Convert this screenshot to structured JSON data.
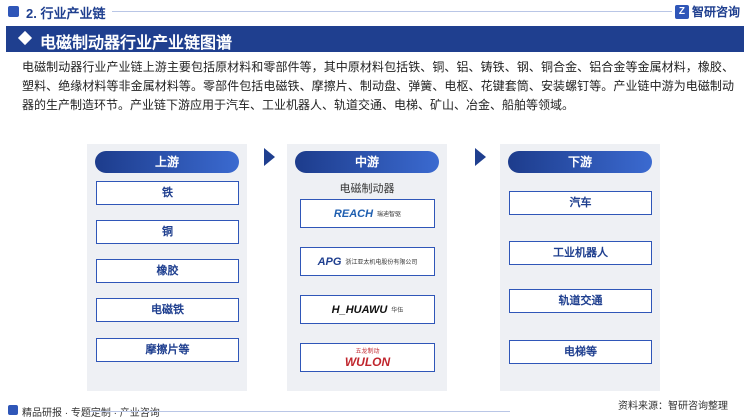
{
  "header": {
    "section_title": "2. 行业产业链",
    "brand_name": "智研咨询",
    "brand_icon": "zhiyan-logo-icon"
  },
  "title": "电磁制动器行业产业链图谱",
  "intro": "电磁制动器行业产业链上游主要包括原材料和零部件等，其中原材料包括铁、铜、铝、铸铁、钢、铜合金、铝合金等金属材料，橡胶、塑料、绝缘材料等非金属材料等。零部件包括电磁铁、摩擦片、制动盘、弹簧、电枢、花键套筒、安装螺钉等。产业链中游为电磁制动器的生产制造环节。产业链下游应用于汽车、工业机器人、轨道交通、电梯、矿山、冶金、船舶等领域。",
  "upstream": {
    "label": "上游",
    "items": [
      "铁",
      "铜",
      "橡胶",
      "电磁铁",
      "摩擦片等"
    ]
  },
  "midstream": {
    "label": "中游",
    "sub_label": "电磁制动器",
    "logos": [
      {
        "mark": "REACH",
        "text": "瑞迪智驱",
        "color": "#1f5fb0"
      },
      {
        "mark": "APG",
        "text": "浙江亚太机电股份有限公司",
        "color": "#1f3f8f"
      },
      {
        "mark": "H_HUAWU",
        "text": "华伍",
        "color": "#111111"
      },
      {
        "mark": "WULON",
        "text": "五龙制动",
        "color": "#c0262d"
      }
    ]
  },
  "downstream": {
    "label": "下游",
    "items": [
      "汽车",
      "工业机器人",
      "轨道交通",
      "电梯等"
    ]
  },
  "footer": {
    "left": "精品研报 · 专题定制 · 产业咨询",
    "right": "资料来源：智研咨询整理"
  },
  "colors": {
    "primary": "#1f3f8f",
    "accent": "#2f56b8",
    "panel": "#eef0f4"
  }
}
